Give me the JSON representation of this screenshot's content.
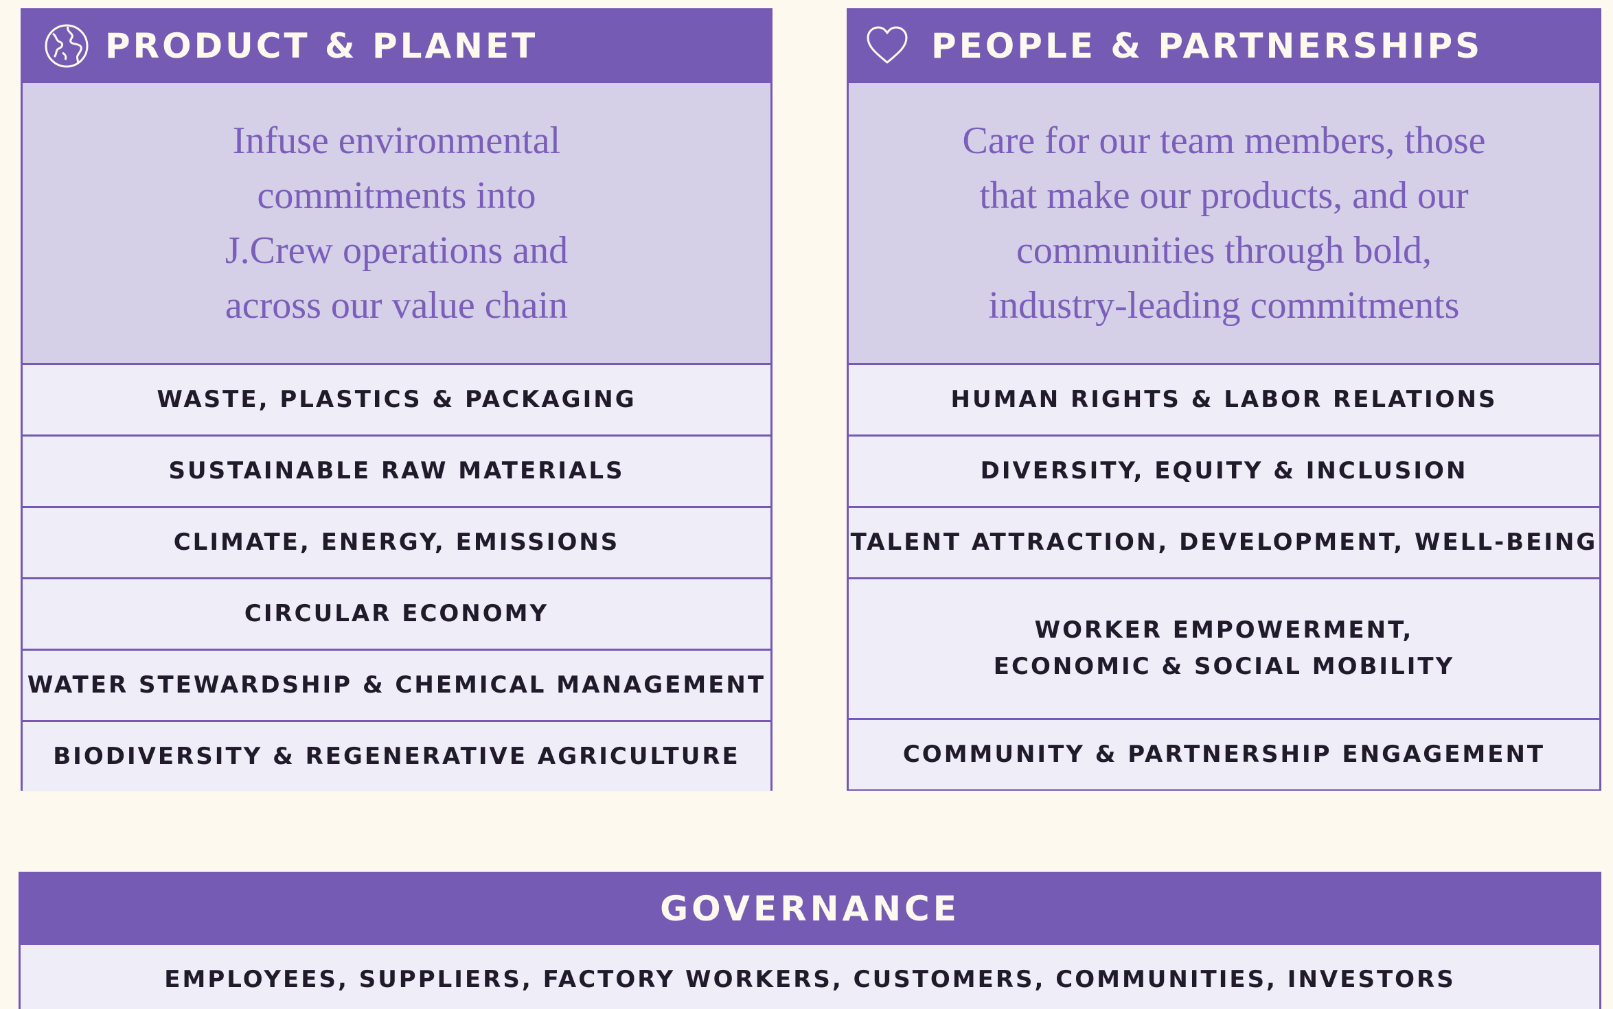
{
  "colors": {
    "background": "#fdf9ee",
    "accent": "#765bb5",
    "description_bg": "#d5cfe8",
    "item_bg": "#efedf7",
    "description_text": "#7a5eba",
    "item_text": "#1f1b2b"
  },
  "pillars": [
    {
      "icon": "globe-icon",
      "title": "PRODUCT & PLANET",
      "description_lines": [
        "Infuse environmental",
        "commitments into",
        "J.Crew operations and",
        "across our value chain"
      ],
      "items": [
        "WASTE, PLASTICS & PACKAGING",
        "SUSTAINABLE RAW MATERIALS",
        "CLIMATE, ENERGY, EMISSIONS",
        "CIRCULAR ECONOMY",
        "WATER STEWARDSHIP & CHEMICAL MANAGEMENT",
        "BIODIVERSITY & REGENERATIVE AGRICULTURE"
      ]
    },
    {
      "icon": "heart-icon",
      "title": "PEOPLE & PARTNERSHIPS",
      "description_lines": [
        "Care for our team members, those",
        "that make our products, and our",
        "communities through bold,",
        "industry-leading commitments"
      ],
      "items": [
        "HUMAN RIGHTS & LABOR RELATIONS",
        "DIVERSITY, EQUITY & INCLUSION",
        "TALENT ATTRACTION, DEVELOPMENT, WELL-BEING",
        [
          "WORKER EMPOWERMENT,",
          "ECONOMIC & SOCIAL MOBILITY"
        ],
        "COMMUNITY & PARTNERSHIP ENGAGEMENT"
      ]
    }
  ],
  "governance": {
    "title": "GOVERNANCE",
    "stakeholders": "EMPLOYEES, SUPPLIERS, FACTORY WORKERS, CUSTOMERS, COMMUNITIES, INVESTORS"
  }
}
